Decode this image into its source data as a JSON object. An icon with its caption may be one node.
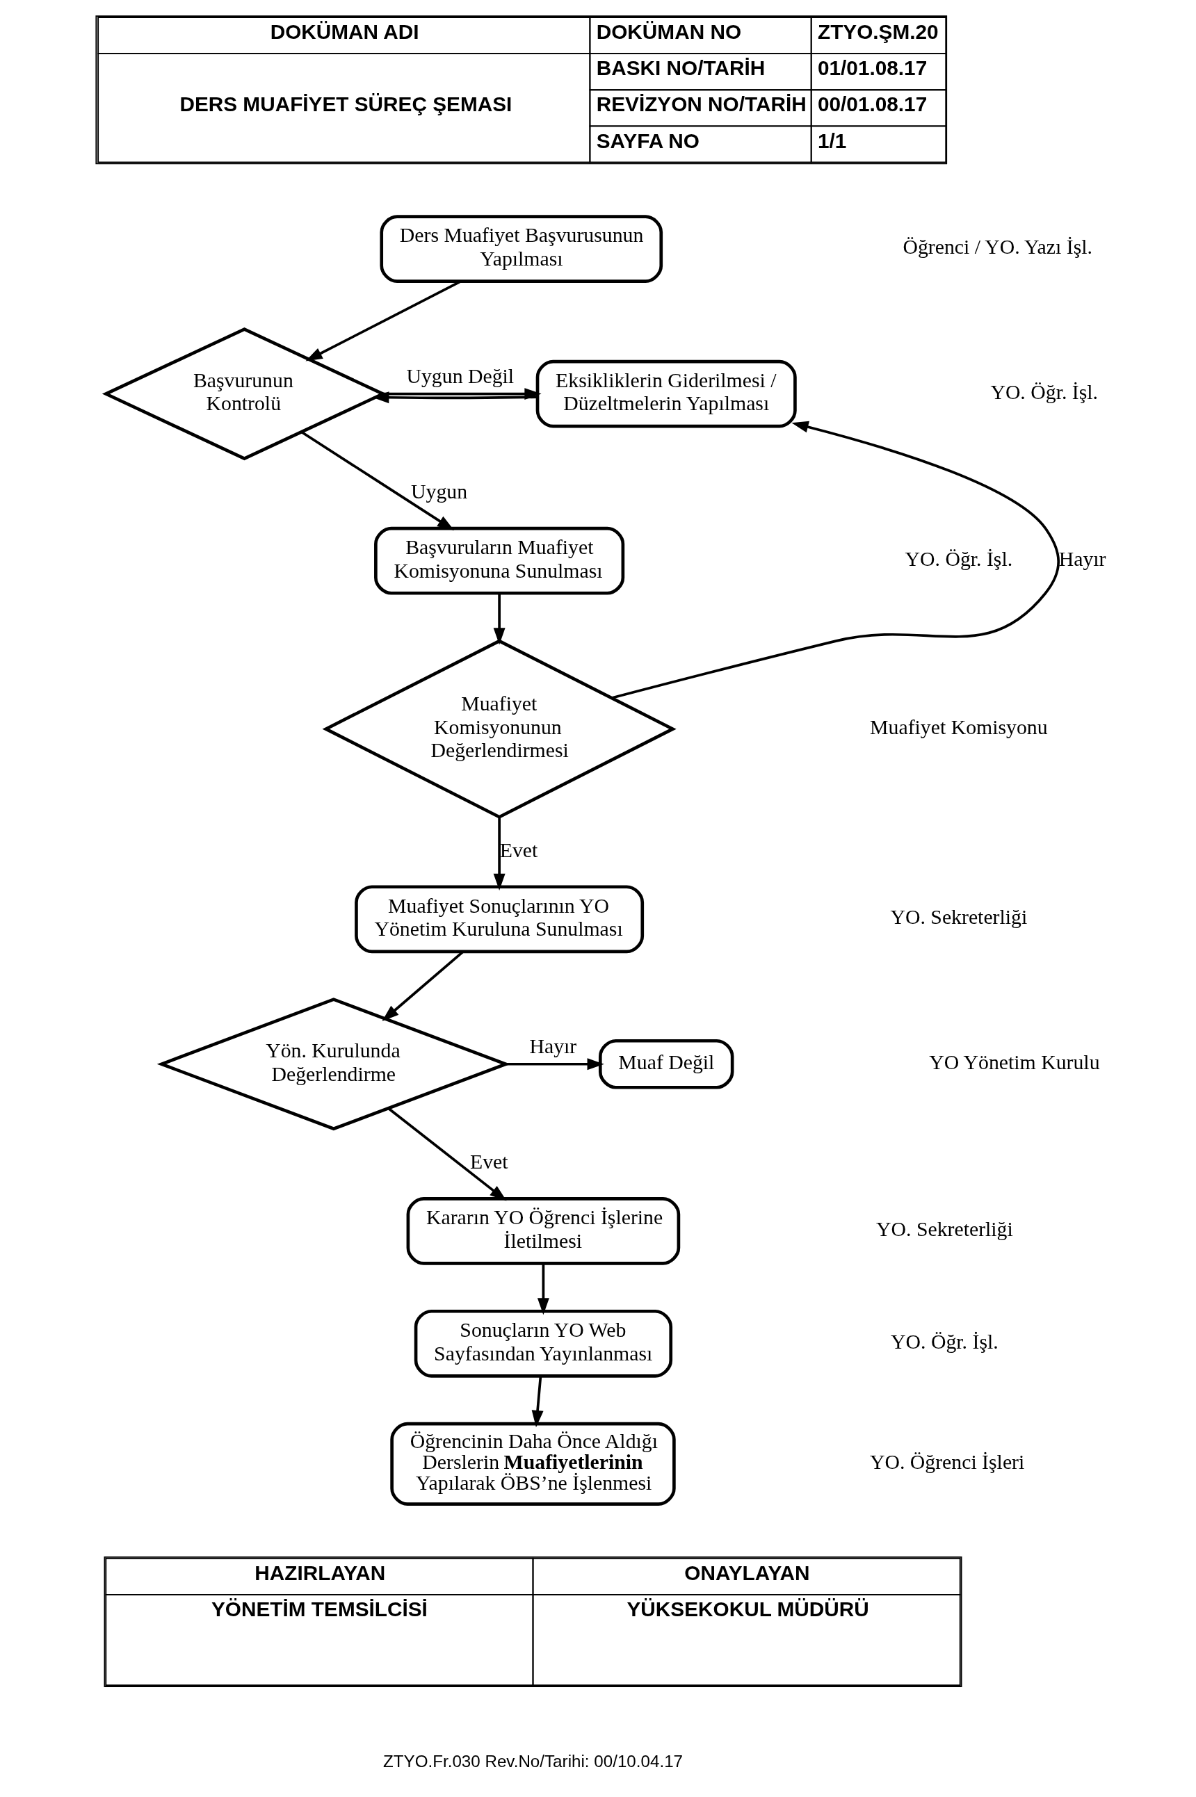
{
  "diagram": {
    "nodes": [
      {
        "text": [
          "Ders Muafiyet Başvurusunun Yapılması"
        ]
      },
      {
        "text": [
          "Başvurunun Kontrolü"
        ]
      },
      {
        "text": [
          "Eksikliklerin Giderilmesi / Düzeltmelerin Yapılması"
        ]
      },
      {
        "text": [
          "Başvuruların Muafiyet Komisyonuna Sunulması"
        ]
      },
      {
        "text": [
          "Muafiyet Komisyonunun Değerlendirmesi"
        ]
      },
      {
        "text": [
          "Muafiyet Sonuçlarının YO Yönetim Kuruluna Sunulması"
        ]
      },
      {
        "text": [
          "Yön. Kurulunda Değerlendirme"
        ]
      },
      {
        "text": [
          "Muaf Değil"
        ]
      },
      {
        "text": [
          "Kararın YO Öğrenci İşlerine İletilmesi"
        ]
      },
      {
        "text": [
          "Sonuçların YO Web Sayfasından Yayınlanması"
        ]
      },
      {
        "text": [
          "Öğrencinin Daha Önce Aldığı Derslerin **Muafiyetlerinin** Yapılarak ÖBS’ne İşlenmesi"
        ]
      }
    ],
    "edges": [
      {
        "from": 0,
        "to": 1,
        "arrow": "to"
      },
      {
        "from": 1,
        "to": 2,
        "arrow": "to",
        "label": "Uygun Değil"
      },
      {
        "from": 2,
        "to": 1,
        "arrow": "to"
      },
      {
        "from": 1,
        "to": 3,
        "arrow": "to",
        "label": "Uygun"
      },
      {
        "from": 3,
        "to": 4,
        "arrow": "to"
      },
      {
        "from": 4,
        "to": 2,
        "arrow": "to",
        "label": "Hayır"
      },
      {
        "from": 4,
        "to": 5,
        "arrow": "to",
        "label": "Evet"
      },
      {
        "from": 5,
        "to": 6,
        "arrow": "to"
      },
      {
        "from": 6,
        "to": 7,
        "arrow": "to",
        "label": "Hayır"
      },
      {
        "from": 6,
        "to": 8,
        "arrow": "to",
        "label": "Evet"
      },
      {
        "from": 8,
        "to": 9,
        "arrow": "to"
      },
      {
        "from": 9,
        "to": 10,
        "arrow": "to"
      }
    ],
    "labels": [
      "DOKÜMAN ADI",
      "DOKÜMAN NO",
      "ZTYO.ŞM.20",
      "BASKI NO/TARİH",
      "01/01.08.17",
      "DERS MUAFİYET SÜREÇ ŞEMASI",
      "REVİZYON NO/TARİH",
      "00/01.08.17",
      "SAYFA NO",
      "1/1",
      "Öğrenci / YO. Yazı İşl.",
      "YO. Öğr. İşl.",
      "YO. Öğr. İşl.",
      "Muafiyet Komisyonu",
      "YO. Sekreterliği",
      "YO Yönetim Kurulu",
      "YO. Sekreterliği",
      "YO. Öğr. İşl.",
      "YO. Öğrenci İşleri",
      "HAZIRLAYAN",
      "ONAYLAYAN",
      "YÖNETİM TEMSİLCİSİ",
      "YÜKSEKOKUL MÜDÜRÜ",
      "ZTYO.Fr.030 Rev.No/Tarihi: 00/10.04.17"
    ]
  }
}
